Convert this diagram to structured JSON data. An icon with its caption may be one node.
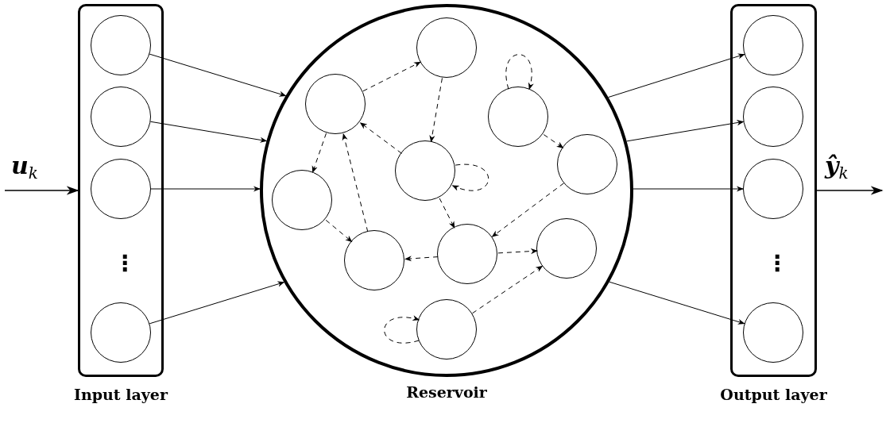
{
  "diagram": {
    "nodes": [
      {
        "text": [
          "Input layer"
        ]
      },
      {
        "text": [],
        "shape": "circle",
        "in": 0
      },
      {
        "text": [],
        "shape": "circle",
        "in": 0
      },
      {
        "text": [],
        "shape": "circle",
        "in": 0
      },
      {
        "text": [],
        "shape": "circle",
        "in": 0
      },
      {
        "text": [
          "Reservoir"
        ]
      },
      {
        "text": [],
        "shape": "circle",
        "in": 5
      },
      {
        "text": [],
        "shape": "circle",
        "in": 5
      },
      {
        "text": [],
        "shape": "circle",
        "in": 5
      },
      {
        "text": [],
        "shape": "circle",
        "in": 5
      },
      {
        "text": [],
        "shape": "circle",
        "in": 5
      },
      {
        "text": [],
        "shape": "circle",
        "in": 5
      },
      {
        "text": [],
        "shape": "circle",
        "in": 5
      },
      {
        "text": [],
        "shape": "circle",
        "in": 5
      },
      {
        "text": [],
        "shape": "circle",
        "in": 5
      },
      {
        "text": [],
        "shape": "circle",
        "in": 5
      },
      {
        "text": [
          "Output layer"
        ]
      },
      {
        "text": [],
        "shape": "circle",
        "in": 16
      },
      {
        "text": [],
        "shape": "circle",
        "in": 16
      },
      {
        "text": [],
        "shape": "circle",
        "in": 16
      },
      {
        "text": [],
        "shape": "circle",
        "in": 16
      }
    ],
    "edges": [
      {
        "from": null,
        "to": 0,
        "arrow": "to",
        "label": "**u**$_{k}$"
      },
      {
        "from": 1,
        "to": 5,
        "arrow": "to"
      },
      {
        "from": 2,
        "to": 5,
        "arrow": "to"
      },
      {
        "from": 3,
        "to": 5,
        "arrow": "to"
      },
      {
        "from": 4,
        "to": 5,
        "arrow": "to"
      },
      {
        "from": 7,
        "to": 6,
        "arrow": "to",
        "style": "dashed"
      },
      {
        "from": 6,
        "to": 10,
        "arrow": "to",
        "style": "dashed"
      },
      {
        "from": 10,
        "to": 7,
        "arrow": "to",
        "style": "dashed"
      },
      {
        "from": 7,
        "to": 11,
        "arrow": "to",
        "style": "dashed"
      },
      {
        "from": 11,
        "to": 14,
        "arrow": "to",
        "style": "dashed"
      },
      {
        "from": 14,
        "to": 7,
        "arrow": "to",
        "style": "dashed"
      },
      {
        "from": 10,
        "to": 13,
        "arrow": "to",
        "style": "dashed"
      },
      {
        "from": 13,
        "to": 14,
        "arrow": "to",
        "style": "dashed"
      },
      {
        "from": 13,
        "to": 12,
        "arrow": "to",
        "style": "dashed"
      },
      {
        "from": 9,
        "to": 13,
        "arrow": "to",
        "style": "dashed"
      },
      {
        "from": 8,
        "to": 9,
        "arrow": "to",
        "style": "dashed"
      },
      {
        "from": 8,
        "to": 8,
        "arrow": "to",
        "style": "dashed"
      },
      {
        "from": 10,
        "to": 10,
        "arrow": "to",
        "style": "dashed"
      },
      {
        "from": 15,
        "to": 15,
        "arrow": "to",
        "style": "dashed"
      },
      {
        "from": 15,
        "to": 12,
        "arrow": "to",
        "style": "dashed"
      },
      {
        "from": 5,
        "to": 17,
        "arrow": "to"
      },
      {
        "from": 5,
        "to": 18,
        "arrow": "to"
      },
      {
        "from": 5,
        "to": 19,
        "arrow": "to"
      },
      {
        "from": 5,
        "to": 20,
        "arrow": "to"
      },
      {
        "from": 16,
        "to": null,
        "arrow": "to",
        "label": "**ŷ**$_{k}$"
      }
    ],
    "labels": [
      "⋮",
      "⋮"
    ]
  }
}
